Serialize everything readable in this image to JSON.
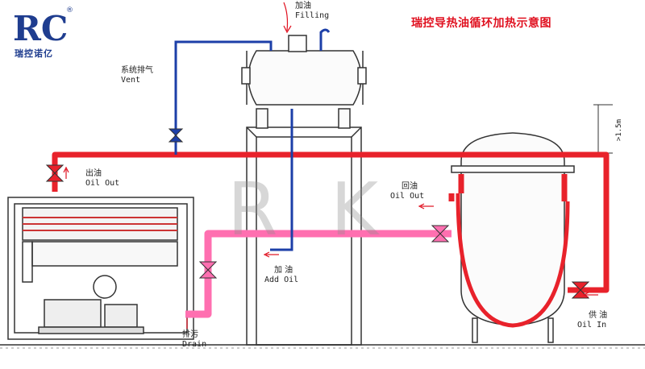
{
  "title": "瑞控导热油循环加热示意图",
  "logo": {
    "mark": "RC",
    "registered": "®",
    "text": "瑞控诺亿"
  },
  "watermark": [
    "R",
    "K"
  ],
  "labels": {
    "filling": {
      "cn": "加油",
      "en": "Filling"
    },
    "vent": {
      "cn": "系统排气",
      "en": "Vent"
    },
    "oil_out_left": {
      "cn": "出油",
      "en": "Oil Out"
    },
    "oil_out_right": {
      "cn": "回油",
      "en": "Oil Out"
    },
    "add_oil": {
      "cn": "加 油",
      "en": "Add Oil"
    },
    "drain": {
      "cn": "排污",
      "en": "Drain"
    },
    "oil_in": {
      "cn": "供 油",
      "en": "Oil In"
    },
    "height": ">1.5m"
  },
  "colors": {
    "hot_pipe": "#e8222b",
    "cold_pipe": "#1c3fa8",
    "pink_pipe": "#ff6fb0",
    "outline": "#333333",
    "accent_red": "#e0101f"
  }
}
